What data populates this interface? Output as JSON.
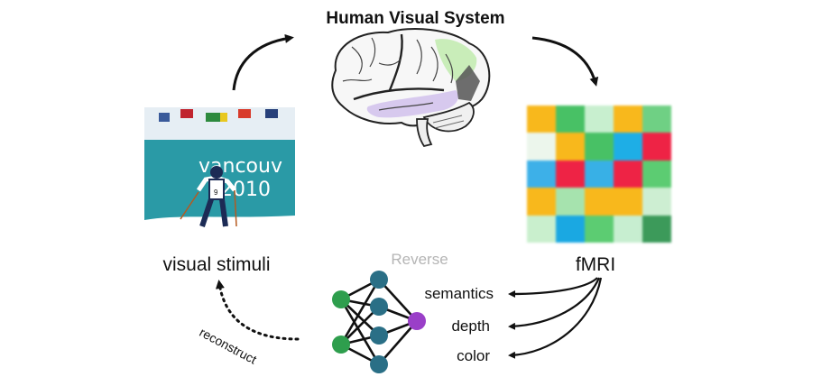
{
  "title": "Human Visual System",
  "labels": {
    "stimuli": "visual stimuli",
    "fmri": "fMRI",
    "reverse": "Reverse",
    "reconstruct": "reconstruct",
    "semantics": "semantics",
    "depth": "depth",
    "color": "color"
  },
  "photo": {
    "banner_line1": "vancouv",
    "banner_line2": "2010",
    "bib_number": "9"
  },
  "fmri_grid": [
    [
      "#f8b81c",
      "#48c165",
      "#c8efcf",
      "#f8b81c",
      "#6fd084"
    ],
    [
      "#ecf6ec",
      "#f8b81c",
      "#48c165",
      "#1eaee6",
      "#ee2345"
    ],
    [
      "#3db0e8",
      "#ee2345",
      "#38b0e6",
      "#ee2345",
      "#5ccc72"
    ],
    [
      "#f8b81c",
      "#a6e3ae",
      "#f8b81c",
      "#f8b81c",
      "#cdeed2"
    ],
    [
      "#c9efcd",
      "#1aa8e2",
      "#5ccc72",
      "#c7eed0",
      "#3c9a5a"
    ]
  ],
  "colors": {
    "input_node": "#2e9e4d",
    "hidden_node": "#2a6f86",
    "output_node": "#9a3fc8",
    "brain_green": "#c6ecb5",
    "brain_purple": "#d7c9ee"
  }
}
